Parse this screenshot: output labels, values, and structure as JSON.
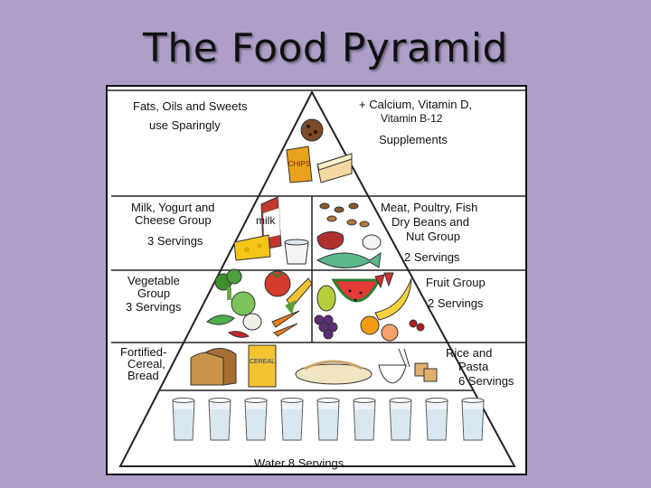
{
  "title": "The Food Pyramid",
  "colors": {
    "background": "#ae9fc8",
    "frame": "#ffffff",
    "lines": "#222222"
  },
  "tiers": {
    "fats": {
      "line1": "Fats, Oils and Sweets",
      "line2": "use Sparingly",
      "chips": "CHIPS"
    },
    "supplements": {
      "line1": "+ Calcium, Vitamin D,",
      "line2": "Vitamin B-12",
      "line3": "Supplements"
    },
    "milk": {
      "line1": "Milk, Yogurt and",
      "line2": "Cheese Group",
      "servings": "3 Servings",
      "carton": "milk"
    },
    "meat": {
      "line1": "Meat, Poultry, Fish",
      "line2": "Dry Beans and",
      "line3": "Nut Group",
      "servings": "2 Servings"
    },
    "vegetable": {
      "line1": "Vegetable",
      "line2": "Group",
      "servings": "3 Servings"
    },
    "fruit": {
      "line1": "Fruit Group",
      "servings": "2 Servings"
    },
    "grains_left": {
      "line1": "Fortified-",
      "line2": "Cereal,",
      "line3": "Bread",
      "box": "CEREAL"
    },
    "grains_right": {
      "line1": "Rice and",
      "line2": "Pasta",
      "servings": "6 Servings"
    },
    "water": {
      "label": "Water  8 Servings",
      "glass_count": 9
    }
  }
}
